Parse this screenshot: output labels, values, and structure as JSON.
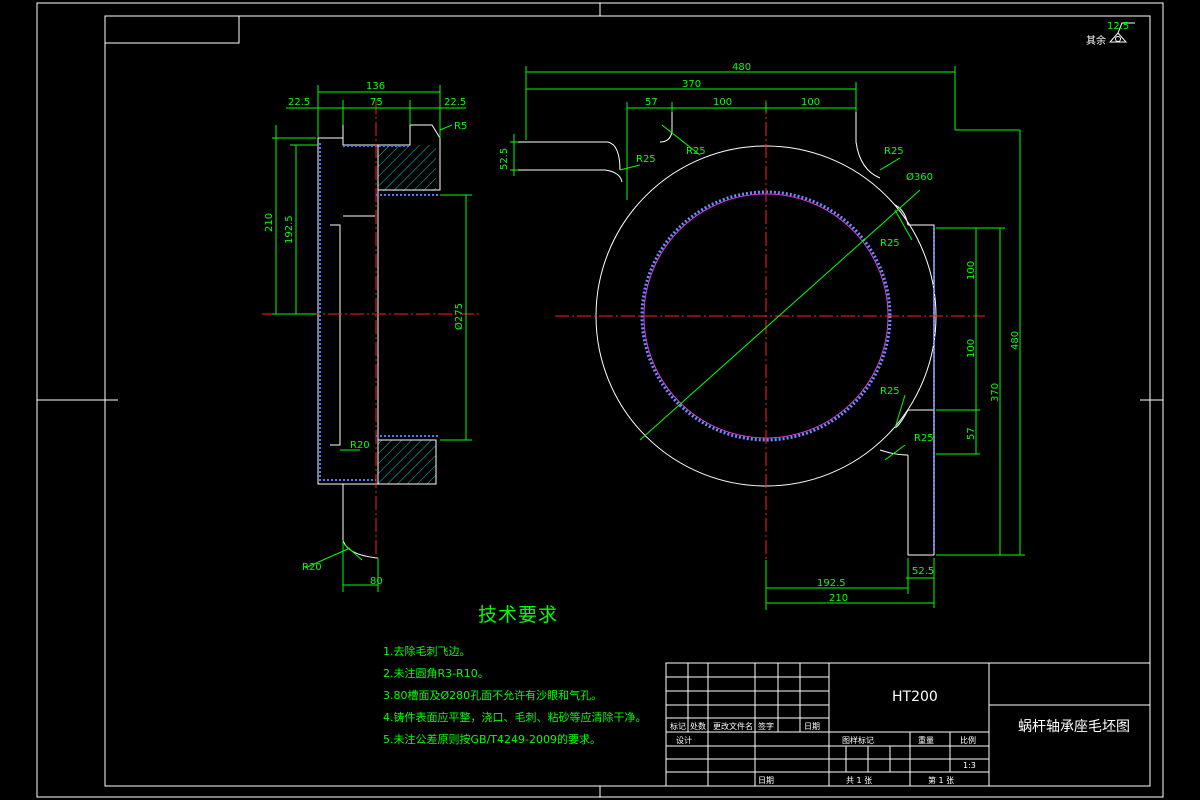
{
  "roughness": {
    "label": "其余",
    "value": "12.5"
  },
  "side_view": {
    "dims": {
      "total_width": "136",
      "left_offset": "22.5",
      "middle": "75",
      "right_offset": "22.5",
      "radius_top": "R5",
      "height_210": "210",
      "height_192": "192.5",
      "bore": "Ø275",
      "radius_inner": "R20",
      "radius_bottom": "R20",
      "bottom_width": "80"
    }
  },
  "front_view": {
    "dims": {
      "overall_width": "480",
      "width_370": "370",
      "dim_57": "57",
      "dim_100a": "100",
      "dim_100b": "100",
      "flange_52": "52.5",
      "r25_a": "R25",
      "r25_b": "R25",
      "r25_c": "R25",
      "r25_d": "R25",
      "r25_e": "R25",
      "r25_f": "R25",
      "diameter": "Ø360",
      "right_100a": "100",
      "right_100b": "100",
      "right_57": "57",
      "right_370": "370",
      "right_480": "480",
      "bottom_52": "52.5",
      "bottom_192": "192.5",
      "bottom_210": "210"
    }
  },
  "notes": {
    "title": "技术要求",
    "items": [
      "1.去除毛刺飞边。",
      "2.未注圆角R3-R10。",
      "3.80槽面及Ø280孔面不允许有沙眼和气孔。",
      "4.铸件表面应平整，浇口、毛刺、粘砂等应清除干净。",
      "5.未注公差原则按GB/T4249-2009的要求。"
    ]
  },
  "title_block": {
    "material": "HT200",
    "drawing_name": "蜗杆轴承座毛坯图",
    "rev_headers": [
      "标记",
      "处数",
      "更改文件名",
      "签字",
      "日期"
    ],
    "design": "设计",
    "date_label": "日期",
    "stage_label": "图样标记",
    "weight_label": "重量",
    "scale_label": "比例",
    "scale_value": "1:3",
    "sheets_total": "共 1 张",
    "sheet_no": "第 1 张"
  }
}
